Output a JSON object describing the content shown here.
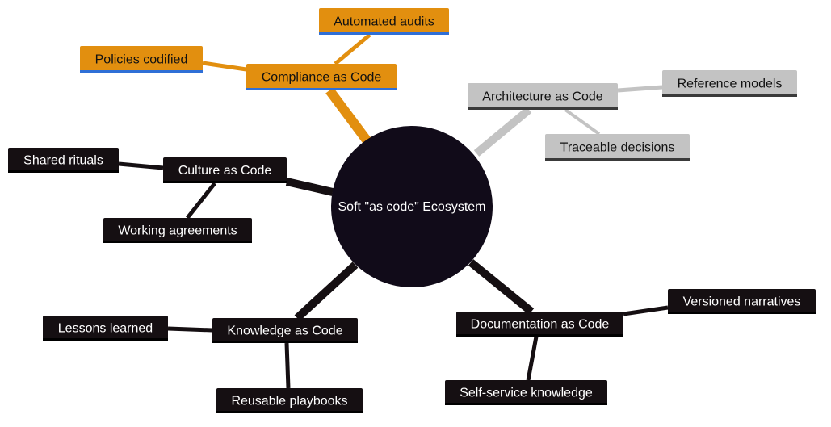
{
  "diagram": {
    "root": {
      "label": "Soft \"as code\" Ecosystem"
    },
    "colors": {
      "root": "#110b19",
      "orange": "#e28f0f",
      "grey": "#c3c3c3",
      "dark": "#150f12",
      "underline_blue": "#2f6fd6",
      "underline_dark": "#3a3a3a",
      "text_dark": "#111111",
      "text_light": "#ffffff"
    },
    "branches": [
      {
        "id": "compliance",
        "label": "Compliance as Code",
        "theme": "orange",
        "children": [
          {
            "id": "audits",
            "label": "Automated audits"
          },
          {
            "id": "policies",
            "label": "Policies codified"
          }
        ]
      },
      {
        "id": "architecture",
        "label": "Architecture as Code",
        "theme": "grey",
        "children": [
          {
            "id": "refmodels",
            "label": "Reference models"
          },
          {
            "id": "traceable",
            "label": "Traceable decisions"
          }
        ]
      },
      {
        "id": "culture",
        "label": "Culture as Code",
        "theme": "dark",
        "children": [
          {
            "id": "rituals",
            "label": "Shared rituals"
          },
          {
            "id": "agreements",
            "label": "Working agreements"
          }
        ]
      },
      {
        "id": "knowledge",
        "label": "Knowledge as Code",
        "theme": "dark",
        "children": [
          {
            "id": "lessons",
            "label": "Lessons learned"
          },
          {
            "id": "playbooks",
            "label": "Reusable playbooks"
          }
        ]
      },
      {
        "id": "documentation",
        "label": "Documentation as Code",
        "theme": "dark",
        "children": [
          {
            "id": "narratives",
            "label": "Versioned narratives"
          },
          {
            "id": "selfservice",
            "label": "Self-service knowledge"
          }
        ]
      }
    ]
  }
}
